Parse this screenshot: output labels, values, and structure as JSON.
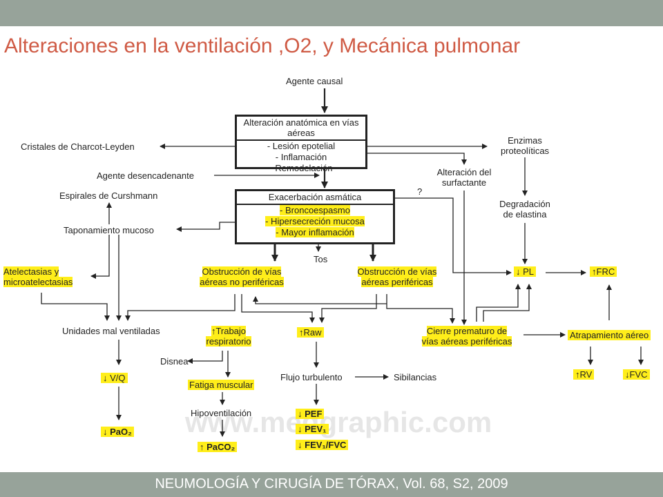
{
  "title": "Alteraciones en la ventilación ,O2, y Mecánica pulmonar",
  "footer": "NEUMOLOGÍA Y CIRUGÍA DE TÓRAX, Vol. 68, S2, 2009",
  "watermark": "www.medgraphic.com",
  "nodes": {
    "agente_causal": "Agente causal",
    "box1_head": "Alteración anatómica en vías aéreas",
    "box1_l1": "- Lesión epotelial",
    "box1_l2": "- Inflamación",
    "box1_l3": "- Remodelación",
    "cristales": "Cristales de Charcot-Leyden",
    "enzimas": "Enzimas\nproteolíticas",
    "agente_desenc": "Agente desencadenante",
    "alteracion_surf": "Alteración del\nsurfactante",
    "espirales": "Espirales de Curshmann",
    "box2_head": "Exacerbación asmática",
    "box2_l1": "- Broncoespasmo",
    "box2_l2": "- Hipersecreción mucosa",
    "box2_l3": "- Mayor inflamación",
    "question": "?",
    "degradacion": "Degradación\nde elastina",
    "taponamiento": "Taponamiento mucoso",
    "tos": "Tos",
    "atelectasias": "Atelectasias y\nmicroatelectasias",
    "obs_no_perif": "Obstrucción de vías\naéreas no periféricas",
    "obs_perif": "Obstrucción de vías\naéreas periféricas",
    "pl": "PL",
    "frc": "FRC",
    "unidades": "Unidades mal ventiladas",
    "trabajo": "Trabajo\nrespiratorio",
    "raw": "Raw",
    "cierre": "Cierre prematuro de\nvías aéreas periféricas",
    "atrapamiento": "Atrapamiento aéreo",
    "disnea": "Disnea",
    "vq": "V/Q",
    "fatiga": "Fatiga muscular",
    "flujo": "Flujo turbulento",
    "sibilancias": "Sibilancias",
    "rv": "RV",
    "fvc": "FVC",
    "hipoventilacion": "Hipoventilación",
    "pef": "PEF",
    "pev1": "PEV₁",
    "fev1fvc": "FEV₁/FVC",
    "pao2": "PaO₂",
    "paco2": "PaCO₂"
  },
  "colors": {
    "title": "#cf5a44",
    "highlight": "#ffee1a",
    "bar": "#97a39a"
  }
}
